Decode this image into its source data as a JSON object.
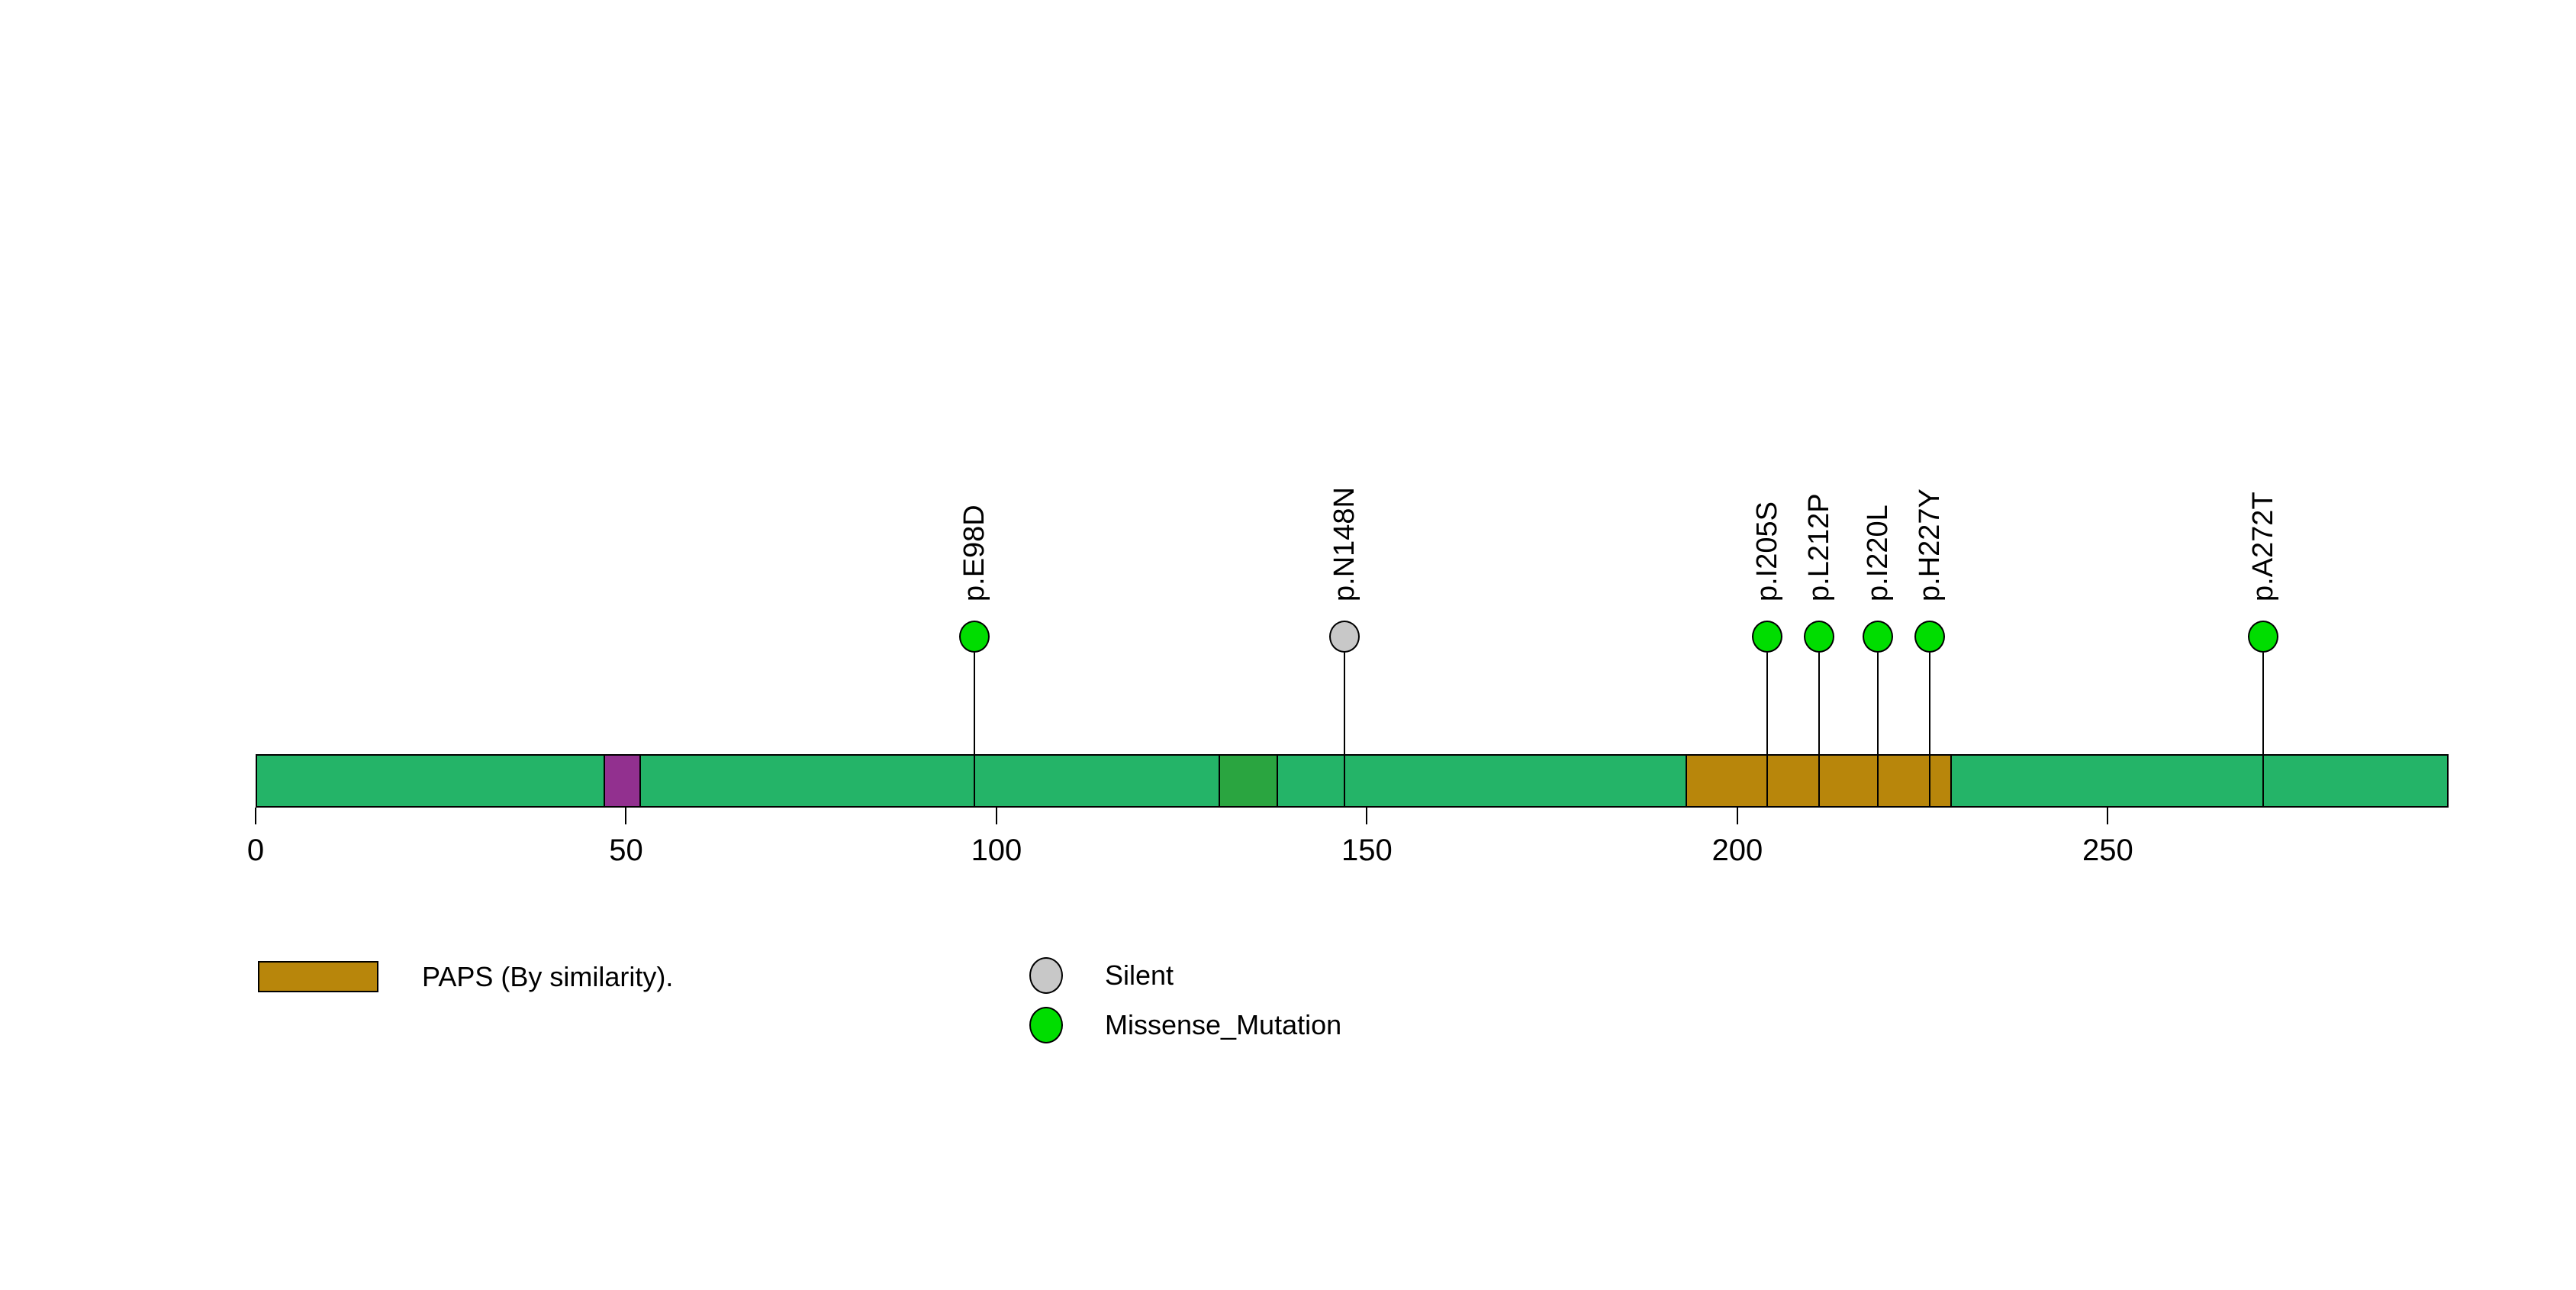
{
  "chart_data": {
    "type": "lollipop",
    "title": "",
    "xlabel": "",
    "ylabel": "",
    "xlim": [
      0,
      296
    ],
    "axis_ticks": [
      0,
      50,
      100,
      150,
      200,
      250
    ],
    "grid": false,
    "legend_position": "bottom",
    "backbone": {
      "start": 0,
      "end": 296,
      "color": "#24B468"
    },
    "domains": [
      {
        "label": "",
        "start": 47,
        "end": 52,
        "color": "#92308F"
      },
      {
        "label": "",
        "start": 130,
        "end": 138,
        "color": "#2AA540"
      },
      {
        "label": "PAPS (By similarity).",
        "start": 193,
        "end": 229,
        "color": "#B8860B"
      }
    ],
    "mutations": [
      {
        "label": "p.E98D",
        "position": 98,
        "type": "Missense_Mutation",
        "color": "#00DD00"
      },
      {
        "label": "p.N148N",
        "position": 148,
        "type": "Silent",
        "color": "#C8C8C8"
      },
      {
        "label": "p.I205S",
        "position": 205,
        "type": "Missense_Mutation",
        "color": "#00DD00"
      },
      {
        "label": "p.L212P",
        "position": 212,
        "type": "Missense_Mutation",
        "color": "#00DD00"
      },
      {
        "label": "p.I220L",
        "position": 220,
        "type": "Missense_Mutation",
        "color": "#00DD00"
      },
      {
        "label": "p.H227Y",
        "position": 227,
        "type": "Missense_Mutation",
        "color": "#00DD00"
      },
      {
        "label": "p.A272T",
        "position": 272,
        "type": "Missense_Mutation",
        "color": "#00DD00"
      }
    ],
    "legend": [
      {
        "label": "PAPS (By similarity).",
        "swatch": "rect",
        "color": "#B8860B"
      },
      {
        "label": "Silent",
        "swatch": "circle",
        "color": "#C8C8C8"
      },
      {
        "label": "Missense_Mutation",
        "swatch": "circle",
        "color": "#00DD00"
      }
    ],
    "colors": {
      "backbone": "#24B468",
      "missense": "#00DD00",
      "silent": "#C8C8C8",
      "paps_domain": "#B8860B",
      "stem": "#000000",
      "text": "#000000",
      "background": "#FFFFFF"
    }
  }
}
